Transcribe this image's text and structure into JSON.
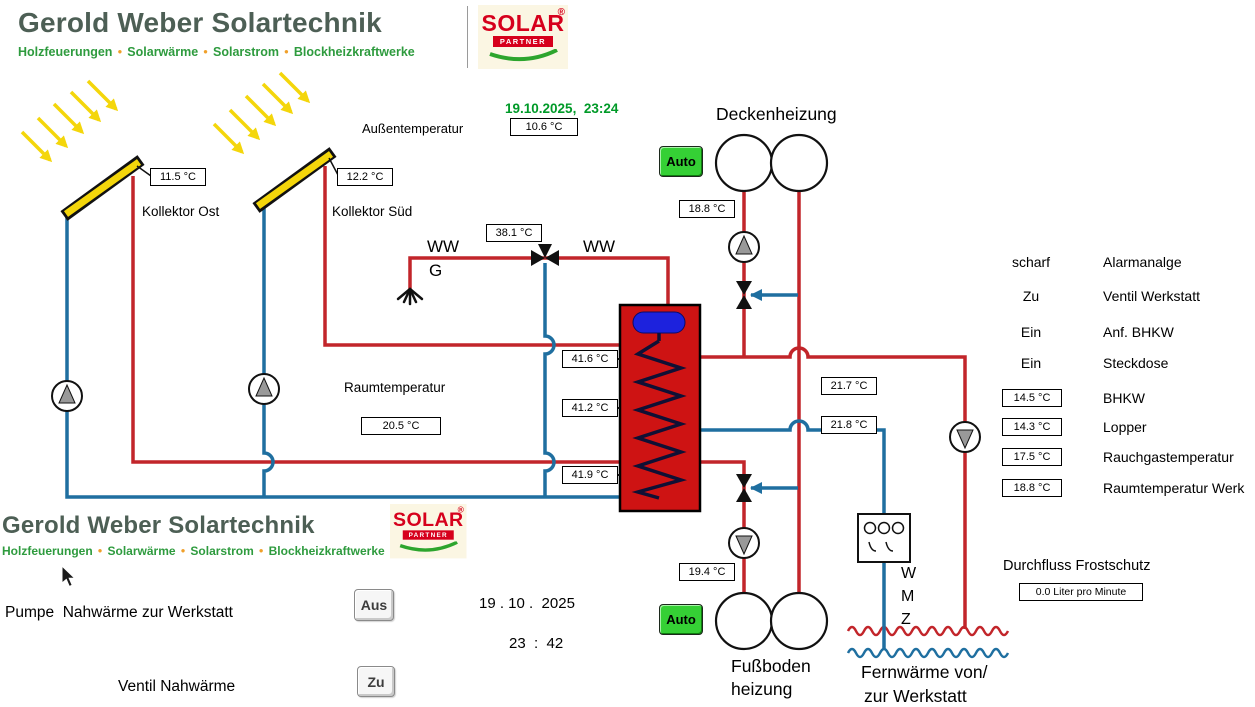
{
  "header": {
    "title": "Gerold Weber Solartechnik",
    "subtitle_items": [
      "Holzfeuerungen",
      "Solarwärme",
      "Solarstrom",
      "Blockheizkraftwerke"
    ],
    "separator": "●",
    "solar_logo": {
      "word": "SOLAR",
      "partner": "PARTNER",
      "registered": "®"
    }
  },
  "topbar": {
    "datetime": "19.10.2025,  23:24",
    "outside_temp_label": "Außentemperatur",
    "outside_temp_value": "10.6 °C"
  },
  "collectors": {
    "ost": {
      "label": "Kollektor Ost",
      "temp": "11.5 °C"
    },
    "sued": {
      "label": "Kollektor Süd",
      "temp": "12.2 °C"
    }
  },
  "deckenheizung": {
    "label": "Deckenheizung",
    "mode": "Auto",
    "supply_temp": "18.8 °C"
  },
  "warmwater": {
    "label_ww_left": "WW",
    "label_g": "G",
    "label_ww_right": "WW",
    "temp": "38.1 °C"
  },
  "room": {
    "label": "Raumtemperatur",
    "temp": "20.5 °C"
  },
  "tank": {
    "temp_top": "41.6 °C",
    "temp_middle": "41.2 °C",
    "temp_bottom": "41.9 °C"
  },
  "district_lines": {
    "flow_temp": "21.7 °C",
    "return_temp": "21.8 °C"
  },
  "status_list": [
    {
      "state": "scharf",
      "label": "Alarmanalge"
    },
    {
      "state": "Zu",
      "label": "Ventil Werkstatt"
    },
    {
      "state": "Ein",
      "label": "Anf. BHKW"
    },
    {
      "state": "Ein",
      "label": "Steckdose"
    }
  ],
  "temp_list": [
    {
      "value": "14.5 °C",
      "label": "BHKW"
    },
    {
      "value": "14.3 °C",
      "label": "Lopper"
    },
    {
      "value": "17.5 °C",
      "label": "Rauchgastemperatur"
    },
    {
      "value": "18.8 °C",
      "label": "Raumtemperatur Werk"
    }
  ],
  "frostschutz": {
    "label": "Durchfluss Frostschutz",
    "value": "0.0 Liter pro Minute"
  },
  "fussbodenheizung": {
    "label_line1": "Fußboden",
    "label_line2": "heizung",
    "mode": "Auto",
    "supply_temp": "19.4 °C"
  },
  "fernwaerme": {
    "line1": "Fernwärme von/",
    "line2": "zur Werkstatt"
  },
  "wmz": {
    "letter1": "W",
    "letter2": "M",
    "letter3": "Z"
  },
  "bottom_controls": {
    "pump_label": "Pumpe  Nahwärme zur Werkstatt",
    "pump_state": "Aus",
    "valve_label": "Ventil Nahwärme",
    "valve_state": "Zu",
    "date": "19 . 10 .  2025",
    "time": "23  :  42"
  }
}
